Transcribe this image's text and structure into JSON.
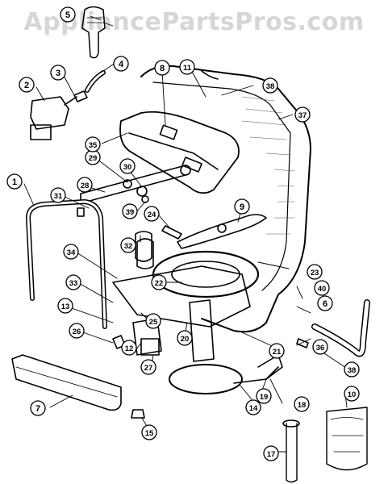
{
  "watermark": "AppliancePartsPros.com",
  "callouts": [
    {
      "id": "c1",
      "label": "1"
    },
    {
      "id": "c2",
      "label": "2"
    },
    {
      "id": "c3",
      "label": "3"
    },
    {
      "id": "c4",
      "label": "4"
    },
    {
      "id": "c5",
      "label": "5"
    },
    {
      "id": "c6",
      "label": "6"
    },
    {
      "id": "c7",
      "label": "7"
    },
    {
      "id": "c8",
      "label": "8"
    },
    {
      "id": "c9",
      "label": "9"
    },
    {
      "id": "c10",
      "label": "10"
    },
    {
      "id": "c11",
      "label": "11"
    },
    {
      "id": "c12",
      "label": "12"
    },
    {
      "id": "c13",
      "label": "13"
    },
    {
      "id": "c14",
      "label": "14"
    },
    {
      "id": "c15",
      "label": "15"
    },
    {
      "id": "c17",
      "label": "17"
    },
    {
      "id": "c18",
      "label": "18"
    },
    {
      "id": "c19",
      "label": "19"
    },
    {
      "id": "c20",
      "label": "20"
    },
    {
      "id": "c21",
      "label": "21"
    },
    {
      "id": "c22",
      "label": "22"
    },
    {
      "id": "c23",
      "label": "23"
    },
    {
      "id": "c24",
      "label": "24"
    },
    {
      "id": "c25",
      "label": "25"
    },
    {
      "id": "c26",
      "label": "26"
    },
    {
      "id": "c27",
      "label": "27"
    },
    {
      "id": "c28",
      "label": "28"
    },
    {
      "id": "c29",
      "label": "29"
    },
    {
      "id": "c30",
      "label": "30"
    },
    {
      "id": "c31",
      "label": "31"
    },
    {
      "id": "c32",
      "label": "32"
    },
    {
      "id": "c33",
      "label": "33"
    },
    {
      "id": "c34",
      "label": "34"
    },
    {
      "id": "c35",
      "label": "35"
    },
    {
      "id": "c36",
      "label": "36"
    },
    {
      "id": "c37",
      "label": "37"
    },
    {
      "id": "c38a",
      "label": "38"
    },
    {
      "id": "c38b",
      "label": "38"
    },
    {
      "id": "c39",
      "label": "39"
    },
    {
      "id": "c40",
      "label": "40"
    }
  ]
}
